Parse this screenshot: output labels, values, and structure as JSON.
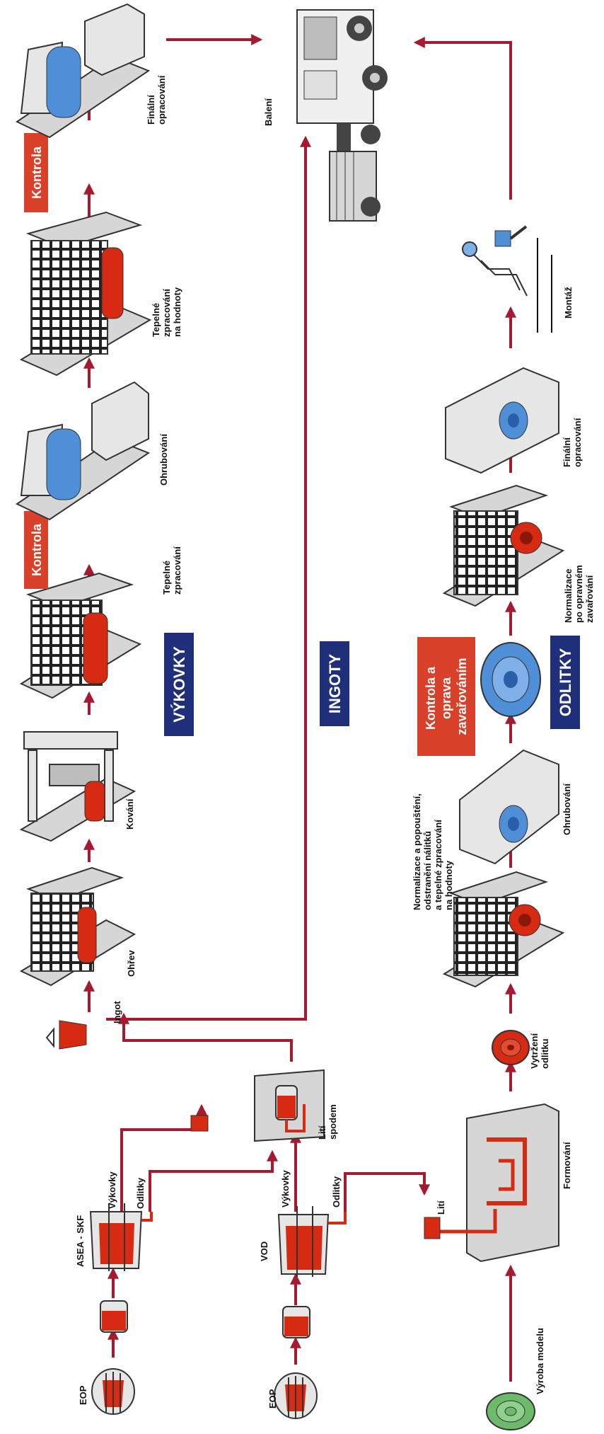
{
  "colors": {
    "flow_red": "#a6192e",
    "heading_blue": "#1f2f7a",
    "kontrola_red": "#d9412a",
    "part_red": "#d62a12",
    "part_blue": "#4f8fd8",
    "part_green": "#6cba6a",
    "machine_gray": "#d6d6d6"
  },
  "sections": {
    "vykovky": "VÝKOVKY",
    "ingoty": "INGOTY",
    "odlitky": "ODLITKY"
  },
  "kontrola": {
    "first": "Kontrola",
    "second": "Kontrola",
    "odlitky": [
      "Kontrola a",
      "oprava",
      "zavařováním"
    ]
  },
  "labels": {
    "eop_top": "EOP",
    "eop_bottom": "EOP",
    "asea_skf": "ASEA - SKF",
    "vod": "VOD",
    "vykovky_top": "Výkovky",
    "odlitky_top": "Odlitky",
    "vykovky_mid": "Výkovky",
    "odlitky_mid": "Odlitky",
    "liti_spodem": [
      "Lití",
      "spodem"
    ],
    "liti": "Lití",
    "ingot": "Ingot",
    "ohrev": "Ohřev",
    "kovani": "Kování",
    "tepelne_zpracovani": [
      "Tepelné",
      "zpracování"
    ],
    "ohrubovani_top": "Ohrubování",
    "tepelne_zpracovani_na_hodnoty": [
      "Tepelné",
      "zpracování",
      "na hodnoty"
    ],
    "finalni_opracovani_top": [
      "Finální",
      "opracování"
    ],
    "baleni": "Balení",
    "vyroba_modelu": "Výroba modelu",
    "formovani": "Formování",
    "vytrzeni_odlitku": [
      "Vytržení",
      "odlitku"
    ],
    "normalizace_popousteni": [
      "Normalizace a popouštění,",
      "odstranění nálitků",
      "a tepelné zpracování",
      "na hodnoty"
    ],
    "ohrubovani_bottom": "Ohrubování",
    "normalizace_po_oprave": [
      "Normalizace",
      "po opravném",
      "zavařování"
    ],
    "finalni_opracovani_bottom": [
      "Finální",
      "opracování"
    ],
    "montaz": "Montáž"
  }
}
